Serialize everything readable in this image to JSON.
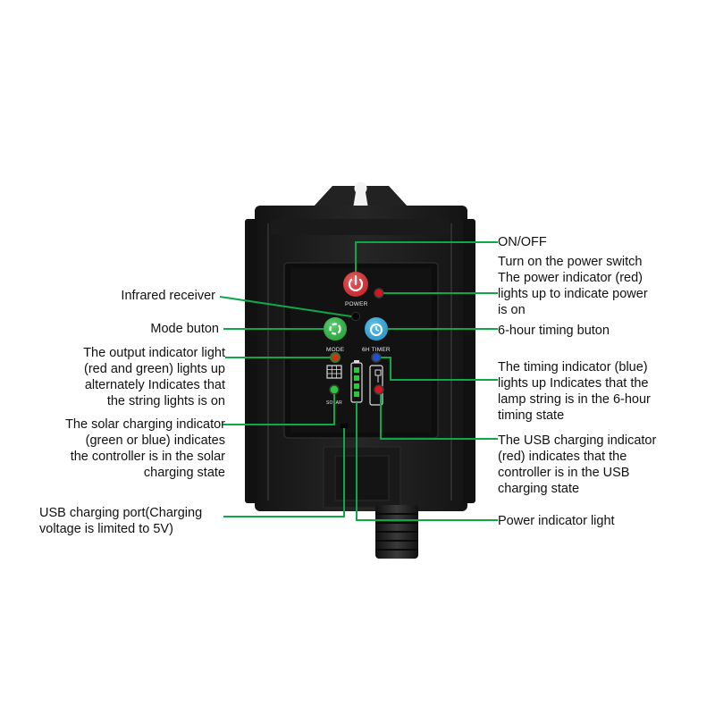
{
  "device": {
    "power_label": "POWER",
    "mode_label": "MODE",
    "timer_label": "6H TIMER",
    "solar_label": "SOLAR"
  },
  "annotations": {
    "on_off": "ON/OFF",
    "power_switch": "Turn on the power switch\nThe power indicator (red)\nlights up to indicate power\n is on",
    "infrared": "Infrared receiver",
    "mode_button": "Mode buton",
    "timer_button": "6-hour timing buton",
    "output_indicator": "The output indicator light\n(red and green) lights up\nalternately Indicates that\nthe string lights is on",
    "timing_indicator": "The timing indicator (blue)\nlights up Indicates that the\nlamp string is in the 6-hour\ntiming state",
    "solar_indicator": "The solar charging indicator\n(green or blue) indicates\nthe controller is in the solar\ncharging state",
    "usb_indicator": "The USB charging indicator\n (red) indicates that the\ncontroller is in the USB\n charging state",
    "usb_port": "USB charging port(Charging\nvoltage is limited to 5V)",
    "power_light": "Power indicator light"
  },
  "colors": {
    "callout_line": "#12a64a",
    "power_button": "#e53236",
    "mode_button": "#33c24a",
    "timer_button": "#36b4ea",
    "body": "#1d1d1d",
    "panel": "#0e0e0e"
  }
}
